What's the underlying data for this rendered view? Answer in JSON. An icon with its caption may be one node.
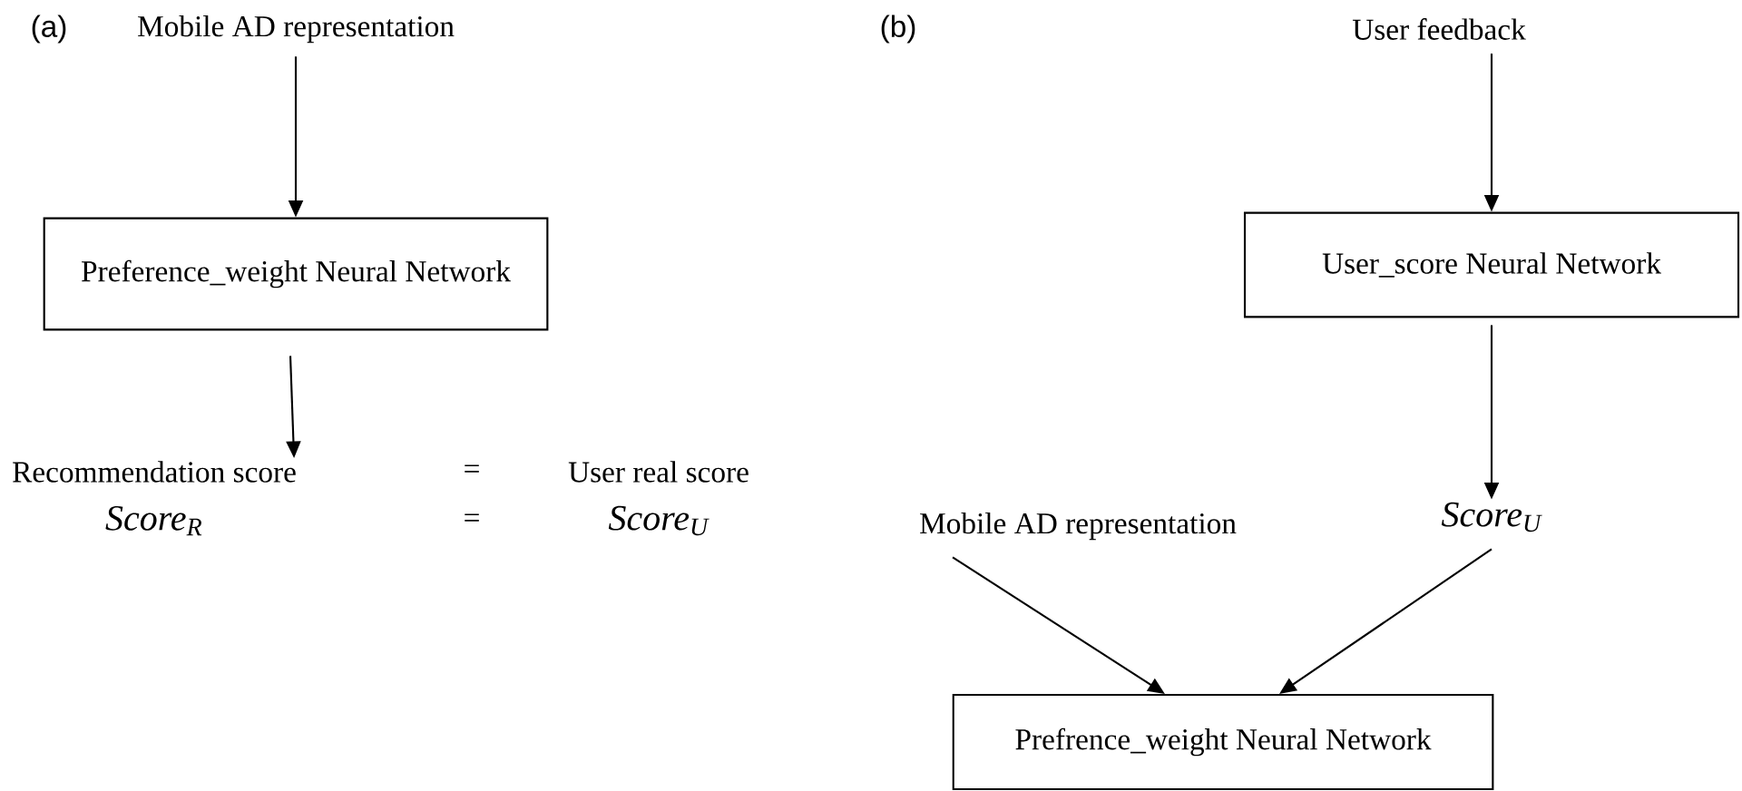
{
  "diagram": {
    "nodes": [
      {
        "text": [
          "Mobile AD representation"
        ]
      },
      {
        "text": [
          "Preference_weight Neural Network"
        ]
      },
      {
        "text": [
          "Recommendation score"
        ]
      },
      {
        "text": [
          "User feedback"
        ]
      },
      {
        "text": [
          "User_score Neural Network"
        ]
      },
      {
        "text": [
          "Score$_{U}$"
        ]
      },
      {
        "text": [
          "Mobile AD representation"
        ]
      },
      {
        "text": [
          "Prefrence_weight Neural Network"
        ]
      }
    ],
    "edges": [
      {
        "from": 0,
        "to": 1,
        "arrow": "to"
      },
      {
        "from": 1,
        "to": 2,
        "arrow": "to"
      },
      {
        "from": 3,
        "to": 4,
        "arrow": "to"
      },
      {
        "from": 4,
        "to": 5,
        "arrow": "to"
      },
      {
        "from": 6,
        "to": 7,
        "arrow": "to"
      },
      {
        "from": 5,
        "to": 7,
        "arrow": "to"
      }
    ],
    "labels": [
      "(a)",
      "(b)",
      "=",
      "User real score",
      "Score$_{R}$",
      "=",
      "Score$_{U}$"
    ]
  }
}
